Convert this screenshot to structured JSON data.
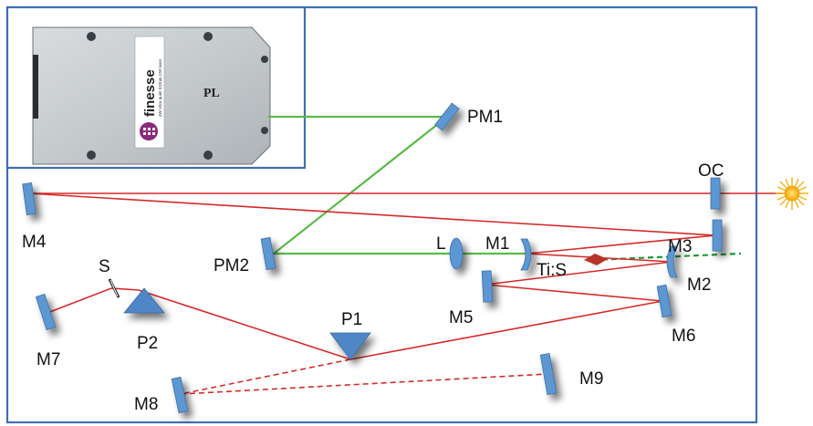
{
  "laser": {
    "label": "PL",
    "brand": "finesse",
    "caption": "4W Ultra quiet 532nm CW laser"
  },
  "labels": {
    "pm1": "PM1",
    "pm2": "PM2",
    "oc": "OC",
    "m1": "M1",
    "m2": "M2",
    "m3": "M3",
    "m4": "M4",
    "m5": "M5",
    "m6": "M6",
    "m7": "M7",
    "m8": "M8",
    "m9": "M9",
    "l": "L",
    "tis": "Ti:S",
    "s": "S",
    "p1": "P1",
    "p2": "P2"
  },
  "colors": {
    "frame": "#3f6fb5",
    "red_beam": "#d62a2a",
    "green_beam": "#5bb94a",
    "optic": "#5d97d2",
    "crystal": "#b8322b",
    "output_star": "#f5b21b"
  }
}
